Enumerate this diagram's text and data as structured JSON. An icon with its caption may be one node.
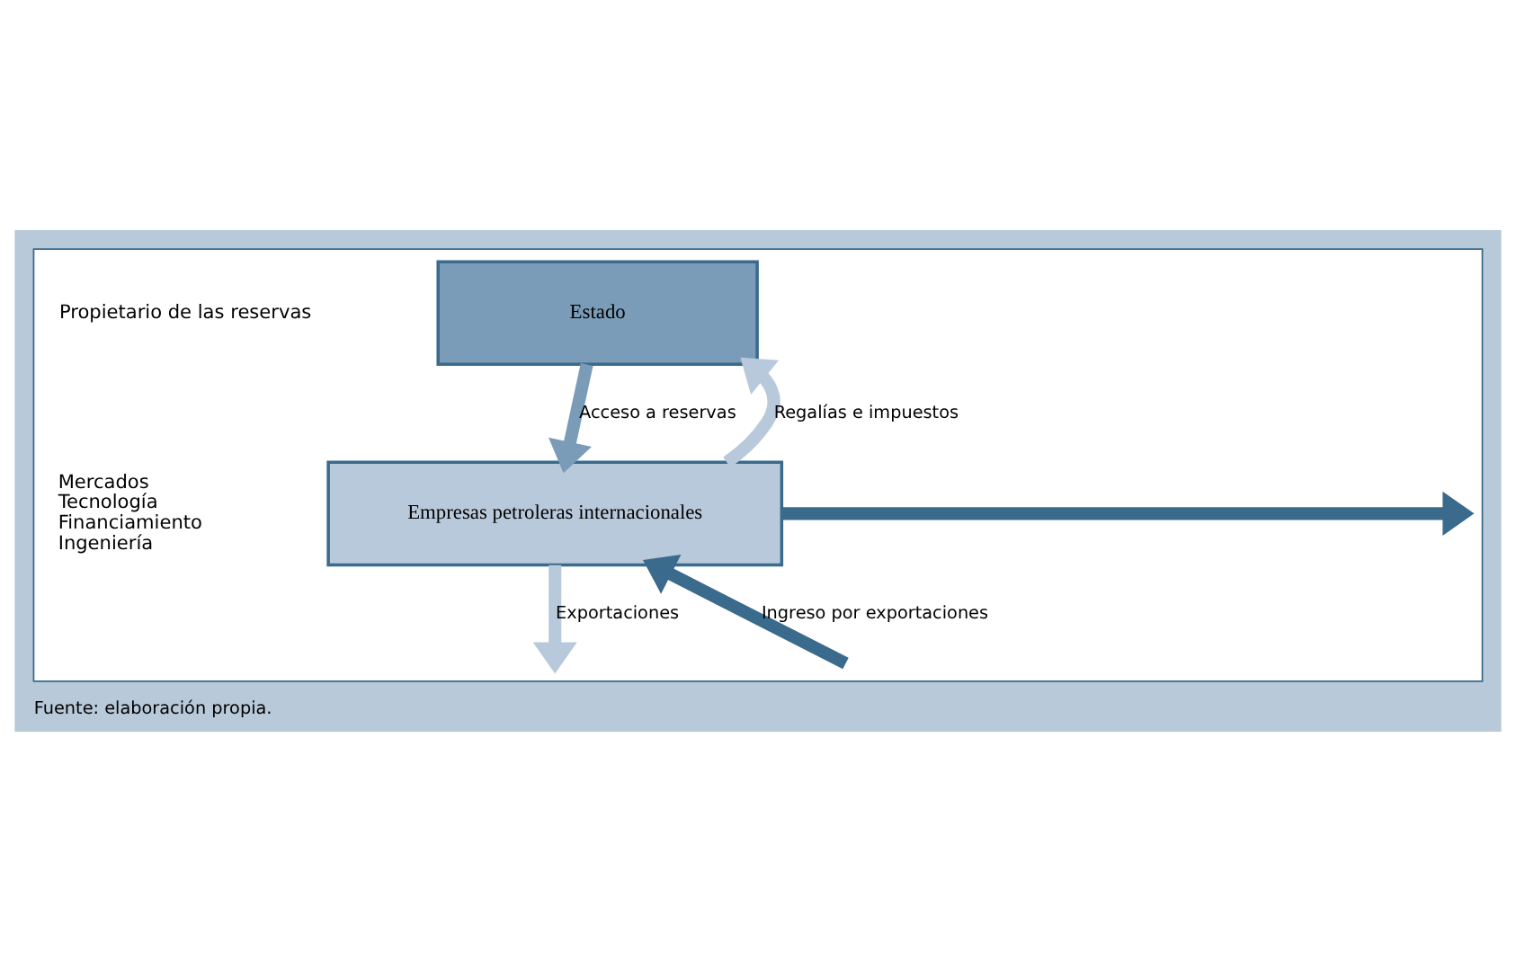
{
  "diagram": {
    "caption": "Fuente: elaboración propia.",
    "nodes": [
      {
        "text": [],
        "shape": "box"
      },
      {
        "text": [
          "Estado"
        ],
        "in": 0
      },
      {
        "text": [
          "Empresas petroleras internacionales"
        ],
        "beside": [
          "Mercados",
          "Tecnología",
          "Financiamiento",
          "Ingeniería"
        ],
        "in": 0
      }
    ],
    "edges": [
      {
        "from": 1,
        "to": 2,
        "arrow": "to",
        "label": "Acceso a reservas",
        "color": "#7b9cb8"
      },
      {
        "from": 2,
        "to": 1,
        "arrow": "to",
        "label": "Regalías e impuestos",
        "color": "#b8c9db"
      },
      {
        "from": 2,
        "to": null,
        "arrow": "to",
        "color": "#3a6a8c"
      },
      {
        "from": null,
        "to": 2,
        "arrow": "to",
        "label": "Ingreso por exportaciones",
        "color": "#3a6a8c"
      },
      {
        "from": 2,
        "to": null,
        "arrow": "to",
        "label": "Exportaciones",
        "color": "#b8c9db"
      }
    ],
    "labels": [
      "Propietario de las reservas"
    ]
  }
}
